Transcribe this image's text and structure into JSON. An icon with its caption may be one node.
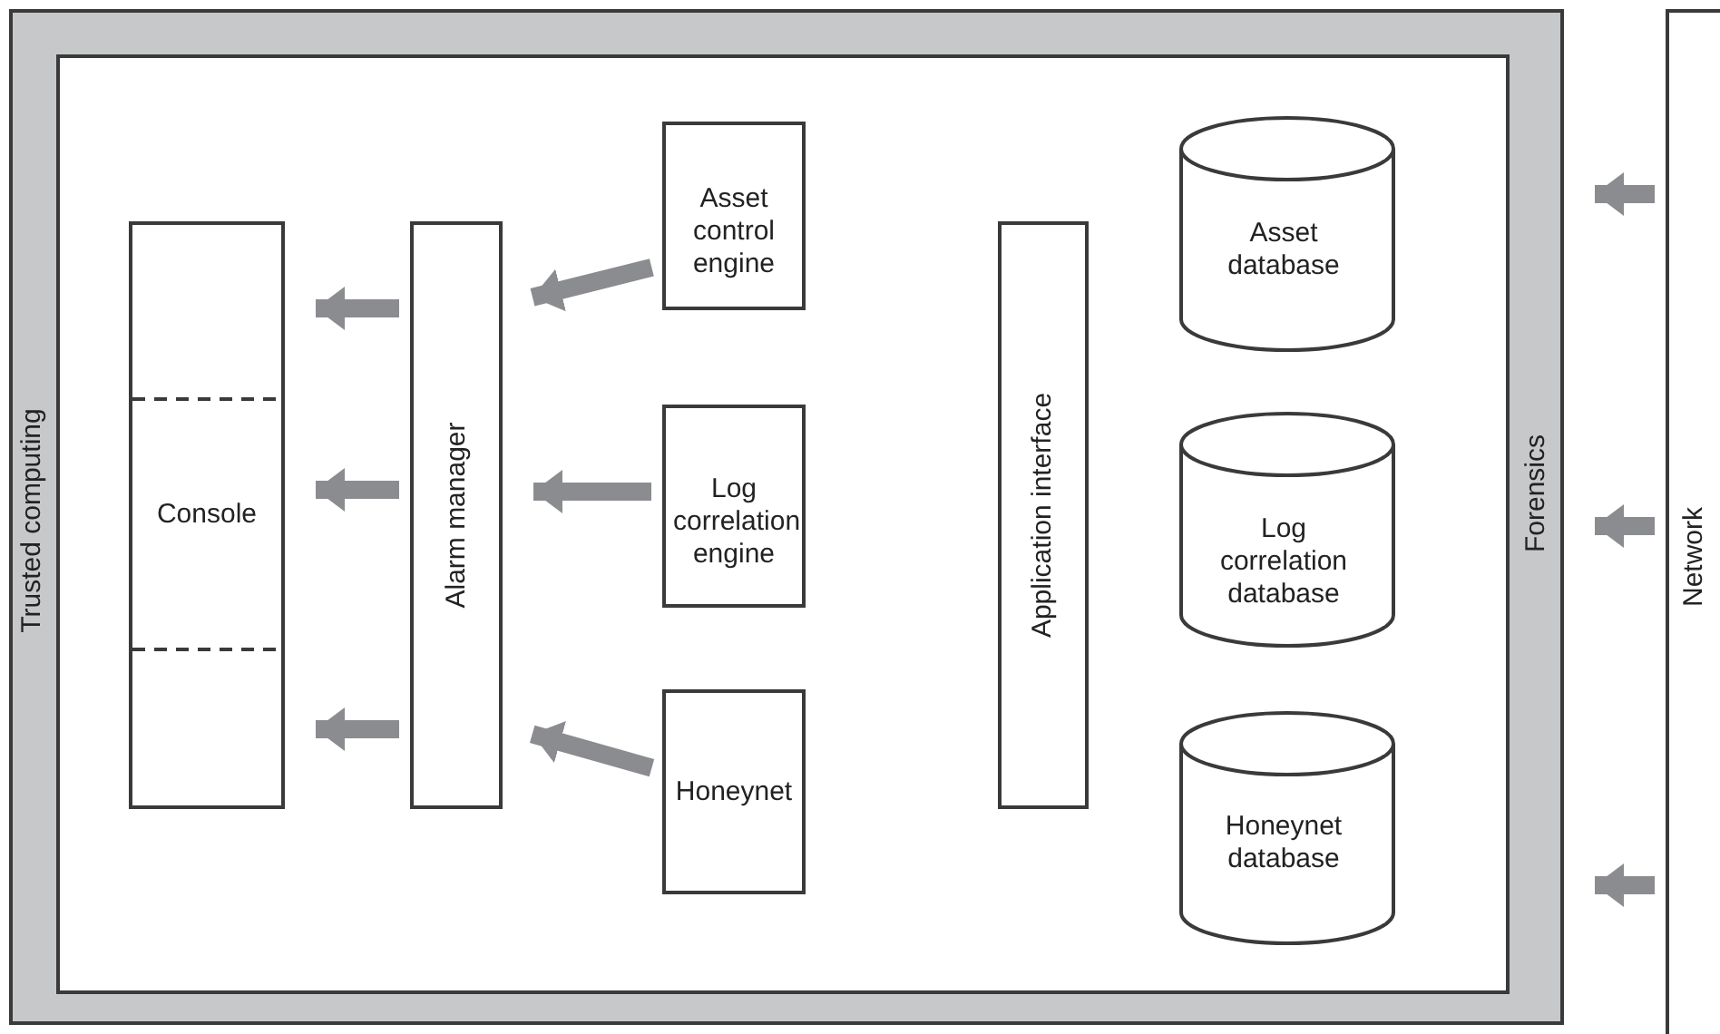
{
  "diagram": {
    "nodes": [
      {
        "text": [
          "Trusted computing",
          "Forensics"
        ]
      },
      {
        "text": [],
        "shape": "box",
        "in": 0
      },
      {
        "text": [
          "Console"
        ],
        "in": 1
      },
      {
        "text": [
          "Alarm manager"
        ],
        "in": 1
      },
      {
        "text": [
          "Asset control engine"
        ],
        "in": 1
      },
      {
        "text": [
          "Log correlation engine"
        ],
        "in": 1
      },
      {
        "text": [
          "Honeynet"
        ],
        "in": 1
      },
      {
        "text": [
          "Application interface"
        ],
        "in": 1
      },
      {
        "text": [
          "Asset database"
        ],
        "in": 1
      },
      {
        "text": [
          "Log correlation database"
        ],
        "in": 1
      },
      {
        "text": [
          "Honeynet database"
        ],
        "in": 1
      },
      {
        "text": [
          "Network"
        ]
      }
    ],
    "edges": [
      {
        "from": 3,
        "to": 2,
        "arrow": "to"
      },
      {
        "from": 3,
        "to": 2,
        "arrow": "to"
      },
      {
        "from": 3,
        "to": 2,
        "arrow": "to"
      },
      {
        "from": 4,
        "to": 3,
        "arrow": "to"
      },
      {
        "from": 5,
        "to": 3,
        "arrow": "to"
      },
      {
        "from": 6,
        "to": 3,
        "arrow": "to"
      },
      {
        "from": 11,
        "to": 0,
        "arrow": "to"
      },
      {
        "from": 11,
        "to": 0,
        "arrow": "to"
      },
      {
        "from": 11,
        "to": 0,
        "arrow": "to"
      }
    ]
  }
}
